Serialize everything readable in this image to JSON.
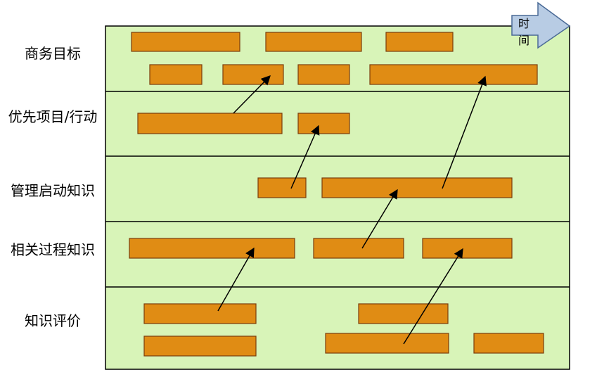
{
  "rows": [
    {
      "label": "商务目标"
    },
    {
      "label": "优先项目/行动"
    },
    {
      "label": "管理启动知识"
    },
    {
      "label": "相关过程知识"
    },
    {
      "label": "知识评价"
    }
  ],
  "time_label": "时 间",
  "colors": {
    "panel_fill": "#d8f4b8",
    "panel_stroke": "#000000",
    "bar_fill": "#e08c14",
    "bar_stroke": "#7a3c0c",
    "arrow_fill": "#b8cce4",
    "arrow_stroke": "#4a6a96",
    "link": "#000000"
  }
}
